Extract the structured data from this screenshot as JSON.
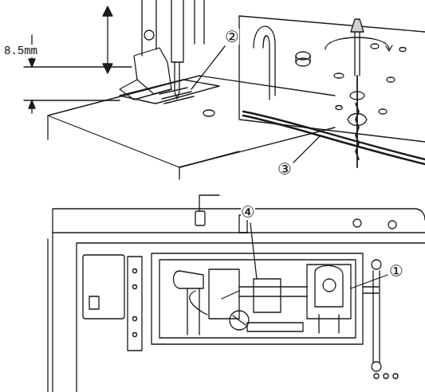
{
  "diagram": {
    "labels": [
      "8.5mm",
      "②",
      "③",
      "④",
      "①"
    ]
  }
}
